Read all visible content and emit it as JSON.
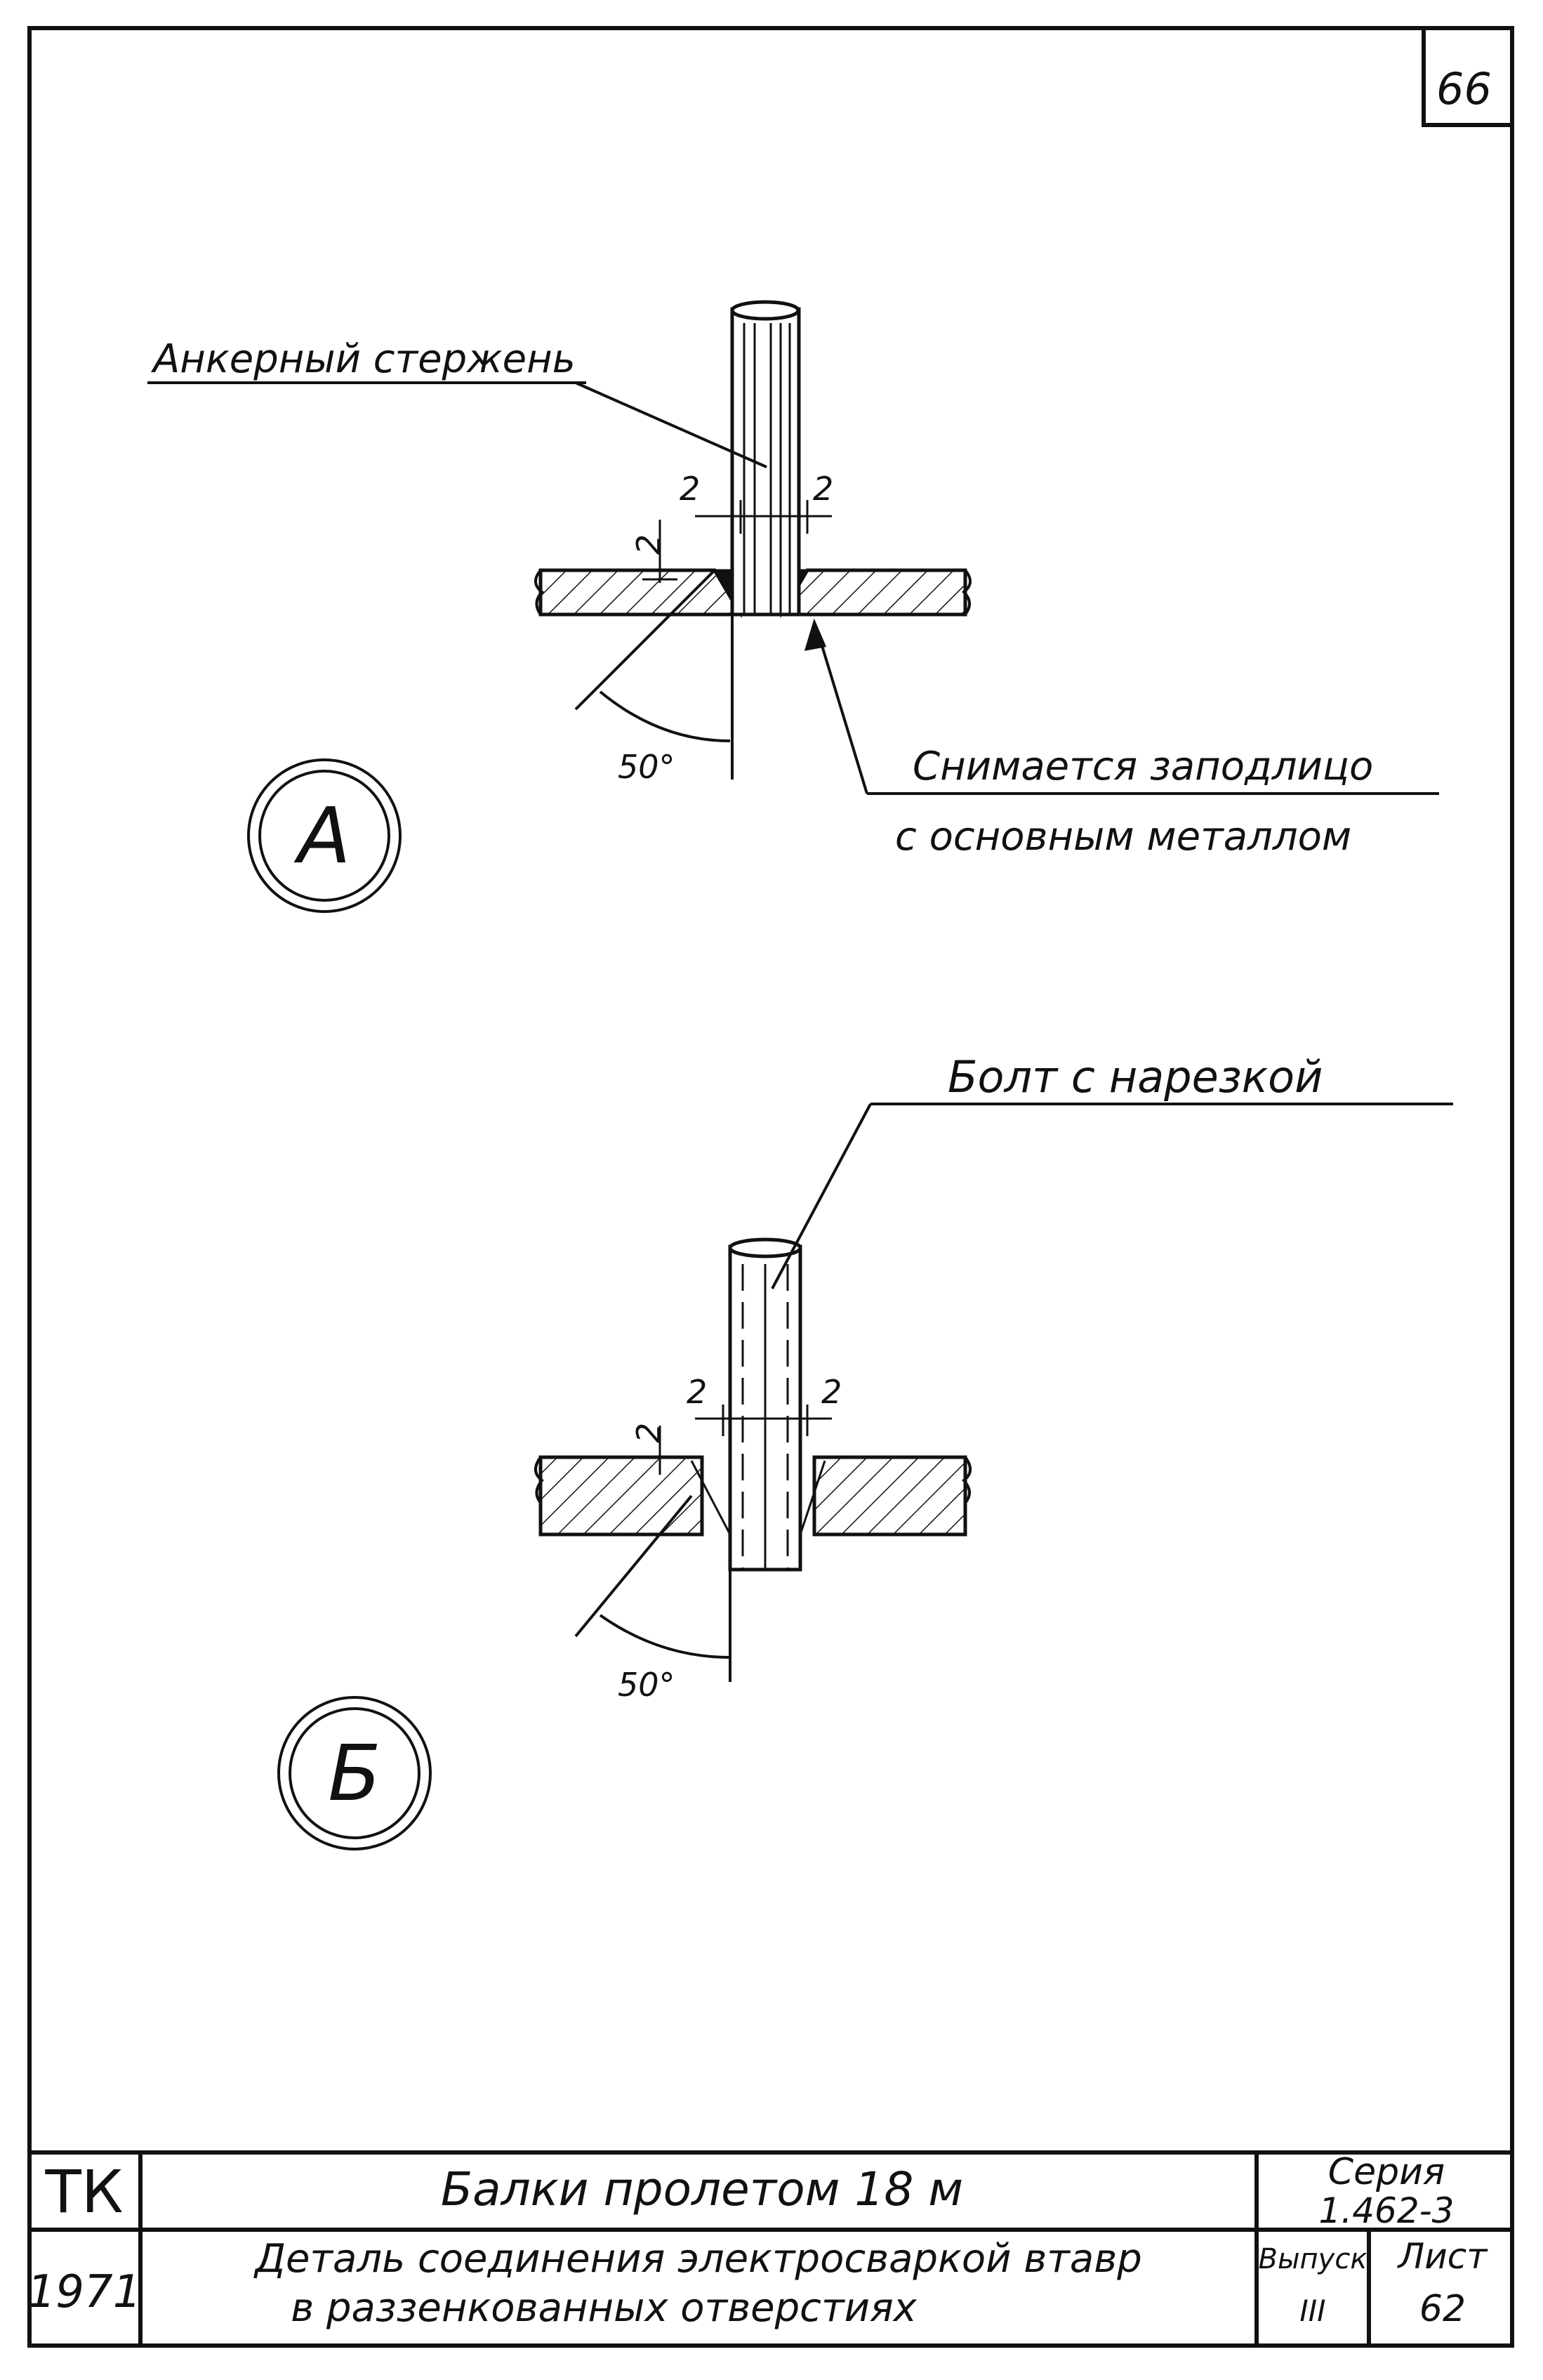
{
  "sheet": {
    "page_number": "66"
  },
  "detail_a": {
    "mark": "А",
    "rod_label": "Анкерный стержень",
    "dim_left": "2",
    "dim_right": "2",
    "dim_vertical": "2",
    "angle": "50°",
    "note_line1": "Снимается заподлицо",
    "note_line2": "с основным металлом"
  },
  "detail_b": {
    "mark": "Б",
    "bolt_label": "Болт с нарезкой",
    "dim_left": "2",
    "dim_right": "2",
    "dim_vertical": "2",
    "angle": "50°"
  },
  "title_block": {
    "org": "ТК",
    "year": "1971",
    "title": "Балки пролетом 18 м",
    "subtitle_line1": "Деталь соединения электросваркой втавр",
    "subtitle_line2": "в раззенкованных отверстиях",
    "series_label": "Серия",
    "series_value": "1.462-3",
    "issue_label": "Выпуск",
    "issue_value": "III",
    "sheet_label": "Лист",
    "sheet_value": "62"
  }
}
